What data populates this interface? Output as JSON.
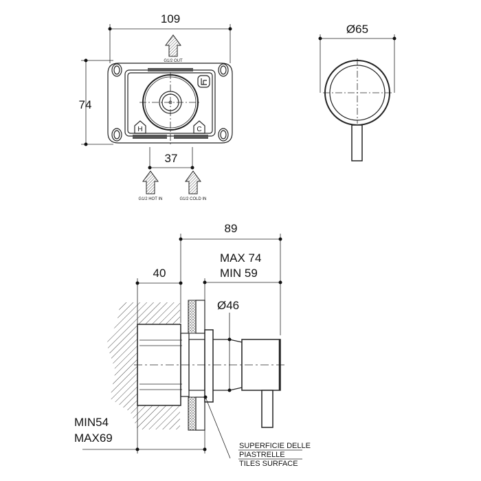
{
  "top_view": {
    "width_dim": "109",
    "height_dim": "74",
    "inlet_spacing_dim": "37",
    "outlet_label": "G1/2 OUT",
    "hot_label": "G1/2 HOT IN",
    "cold_label": "G1/2 COLD IN",
    "hot_mark": "H",
    "cold_mark": "C"
  },
  "front_view": {
    "diameter_dim": "Ø65"
  },
  "side_view": {
    "depth_dim": "89",
    "wall_depth_dim": "40",
    "max_dim": "MAX 74",
    "min_dim": "MIN 59",
    "handle_diameter_dim": "Ø46",
    "min_wall": "MIN54",
    "max_wall": "MAX69",
    "tile_note": [
      "SUPERFICIE DELLE",
      "PIASTRELLE",
      "TILES SURFACE"
    ]
  }
}
